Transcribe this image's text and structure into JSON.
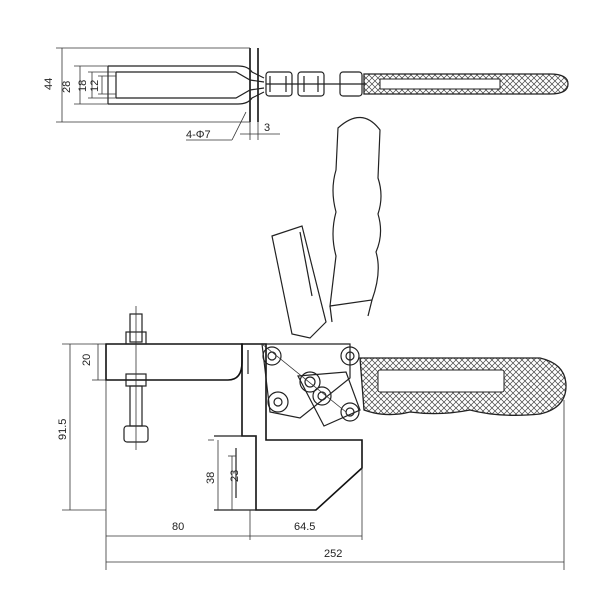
{
  "dimensions": {
    "top_height_44": "44",
    "top_height_28": "28",
    "top_height_18": "18",
    "top_height_12": "12",
    "hole_callout": "4-Φ7",
    "plate_thickness": "3",
    "side_height_91_5": "91.5",
    "side_height_20": "20",
    "base_height_38": "38",
    "base_height_23": "23",
    "base_length_80": "80",
    "base_length_64_5": "64.5",
    "overall_length": "252"
  }
}
